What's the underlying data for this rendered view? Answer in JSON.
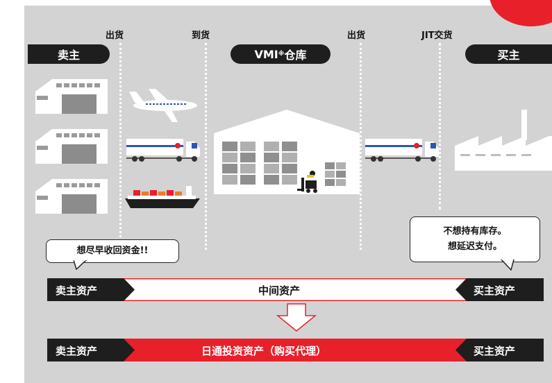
{
  "flow": {
    "seller_label": "卖主",
    "vmi_label": "VMI",
    "vmi_mark": "※",
    "vmi_suffix": "仓库",
    "buyer_label": "买主",
    "ship_out_1": "出货",
    "arrival": "到货",
    "ship_out_2": "出货",
    "jit": "JIT交货"
  },
  "bubbles": {
    "seller_wish": "想尽早收回资金!!",
    "buyer_wish_line1": "不想持有库存。",
    "buyer_wish_line2": "想延迟支付。"
  },
  "bar_before": {
    "left": "卖主资产",
    "middle": "中间资产",
    "right": "买主资产"
  },
  "bar_after": {
    "left": "卖主资产",
    "middle": "日通投资资产（购买代理）",
    "right": "买主资产"
  },
  "colors": {
    "accent_red": "#e8202a",
    "dark": "#1e1e1e",
    "panel_gray": "#d3d3d3"
  }
}
